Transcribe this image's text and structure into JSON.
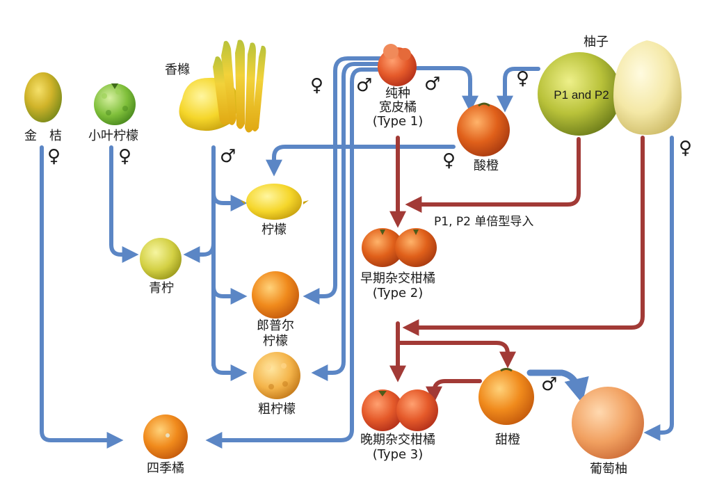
{
  "labels": {
    "kumquat": "金　桔",
    "micrantha": "小叶柠檬",
    "citron": "香橼",
    "pure_mandarin_l1": "纯种",
    "pure_mandarin_l2": "宽皮橘",
    "pure_mandarin_l3": "(Type 1)",
    "sour_orange": "酸橙",
    "pomelo": "柚子",
    "pomelo_inner": "P1 and P2",
    "haploid_intro": "P1, P2 单倍型导入",
    "lemon": "柠檬",
    "lime": "青柠",
    "rangpur_l1": "郎普尔",
    "rangpur_l2": "柠檬",
    "rough_lemon": "粗柠檬",
    "calamondin": "四季橘",
    "early_mandarin_l1": "早期杂交柑橘",
    "early_mandarin_l2": "(Type 2)",
    "late_mandarin_l1": "晚期杂交柑橘",
    "late_mandarin_l2": "(Type 3)",
    "sweet_orange": "甜橙",
    "grapefruit": "葡萄柚"
  },
  "symbols": {
    "female": "♀",
    "male": "♂"
  },
  "colors": {
    "maternal_arrow": "#5b86c5",
    "hybrid_arrow": "#a23a36"
  }
}
